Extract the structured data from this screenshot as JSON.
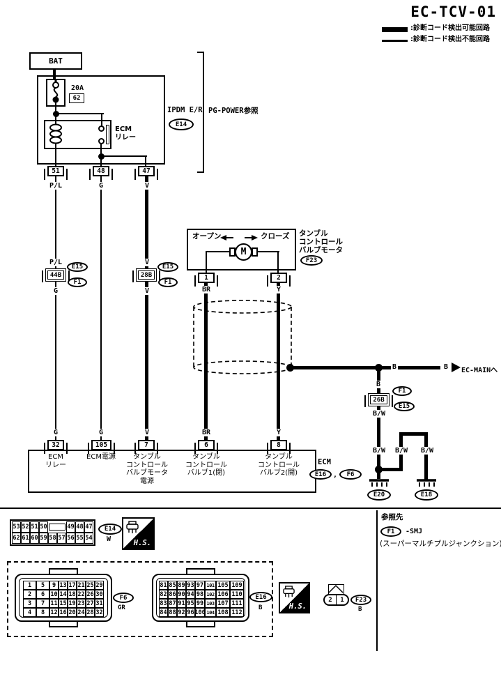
{
  "title": "EC-TCV-01",
  "legend": {
    "detectable": ":診断コード検出可能回路",
    "undetectable": ":診断コード検出不能回路"
  },
  "power": {
    "bat": "BAT",
    "fuse_rating": "20A",
    "fuse_number": "62",
    "relay_name": "ECM\nリレー",
    "box_name": "IPDM E/R",
    "box_connector": "E14",
    "reference": "PG-POWER参照",
    "pin_51": "51",
    "pin_48": "48",
    "pin_47": "47",
    "wire_51": "P/L",
    "wire_48": "G",
    "wire_47": "V"
  },
  "smj_left": {
    "wire_above": "P/L",
    "pin": "44B",
    "conn_top": "E15",
    "conn_bottom": "F1",
    "wire_below": "G"
  },
  "smj_mid": {
    "wire_above": "V",
    "pin": "28B",
    "conn_top": "E15",
    "conn_bottom": "F1",
    "wire_below": "V"
  },
  "motor": {
    "open_label": "オープン",
    "close_label": "クローズ",
    "motor_letter": "M",
    "name": "タンブル\nコントロール\nバルブモータ",
    "connector": "F23",
    "pin_1": "1",
    "pin_2": "2",
    "wire_1": "BR",
    "wire_2": "Y"
  },
  "ec_main": {
    "wire_b_1": "B",
    "wire_b_2": "B",
    "destination": "EC-MAINへ"
  },
  "ground_branch": {
    "wire_b": "B",
    "conn_top": "F1",
    "pin": "26B",
    "conn_bottom": "E15",
    "wire_bw_1": "B/W",
    "wire_bw_2": "B/W",
    "wire_bw_3": "B/W",
    "wire_bw_4": "B/W",
    "ground_1": "E20",
    "ground_2": "E18"
  },
  "ecm": {
    "name": "ECM",
    "conn_1": "E16",
    "comma": ",",
    "conn_2": "F6",
    "pins": [
      {
        "wire": "G",
        "pin": "32",
        "label": "ECM\nリレー"
      },
      {
        "wire": "G",
        "pin": "105",
        "label": "ECM電源"
      },
      {
        "wire": "V",
        "pin": "7",
        "label": "タンブル\nコントロール\nバルブモータ\n電源"
      },
      {
        "wire": "BR",
        "pin": "6",
        "label": "タンブル\nコントロール\nバルブ1(閉)"
      },
      {
        "wire": "Y",
        "pin": "8",
        "label": "タンブル\nコントロール\nバルブ2(開)"
      }
    ]
  },
  "footer": {
    "e14": {
      "rows": [
        [
          "53",
          "52",
          "51",
          "50",
          "",
          "49",
          "48",
          "47"
        ],
        [
          "62",
          "61",
          "60",
          "59",
          "58",
          "57",
          "56",
          "55",
          "54"
        ]
      ],
      "connector": "E14",
      "color": "W"
    },
    "hs_label": "H.S.",
    "f6": {
      "rows": [
        [
          "1",
          "5",
          "9",
          "13",
          "17",
          "21",
          "25",
          "29"
        ],
        [
          "2",
          "6",
          "10",
          "14",
          "18",
          "22",
          "26",
          "30"
        ],
        [
          "3",
          "7",
          "11",
          "15",
          "19",
          "23",
          "27",
          "31"
        ],
        [
          "4",
          "8",
          "12",
          "16",
          "20",
          "24",
          "28",
          "32"
        ]
      ],
      "connector": "F6",
      "color": "GR"
    },
    "e16": {
      "rows": [
        [
          "81",
          "85",
          "89",
          "93",
          "97",
          "101",
          "105",
          "109"
        ],
        [
          "82",
          "86",
          "90",
          "94",
          "98",
          "102",
          "106",
          "110"
        ],
        [
          "83",
          "87",
          "91",
          "95",
          "99",
          "103",
          "107",
          "111"
        ],
        [
          "84",
          "88",
          "92",
          "96",
          "100",
          "104",
          "108",
          "112"
        ]
      ],
      "connector": "E16",
      "color": "B"
    },
    "f23": {
      "pins": [
        "2",
        "1"
      ],
      "connector": "F23",
      "color": "B"
    },
    "reference": {
      "title": "参照先",
      "connector": "F1",
      "suffix": "-SMJ",
      "description": "(スーパーマルチプルジャンクション)"
    }
  }
}
